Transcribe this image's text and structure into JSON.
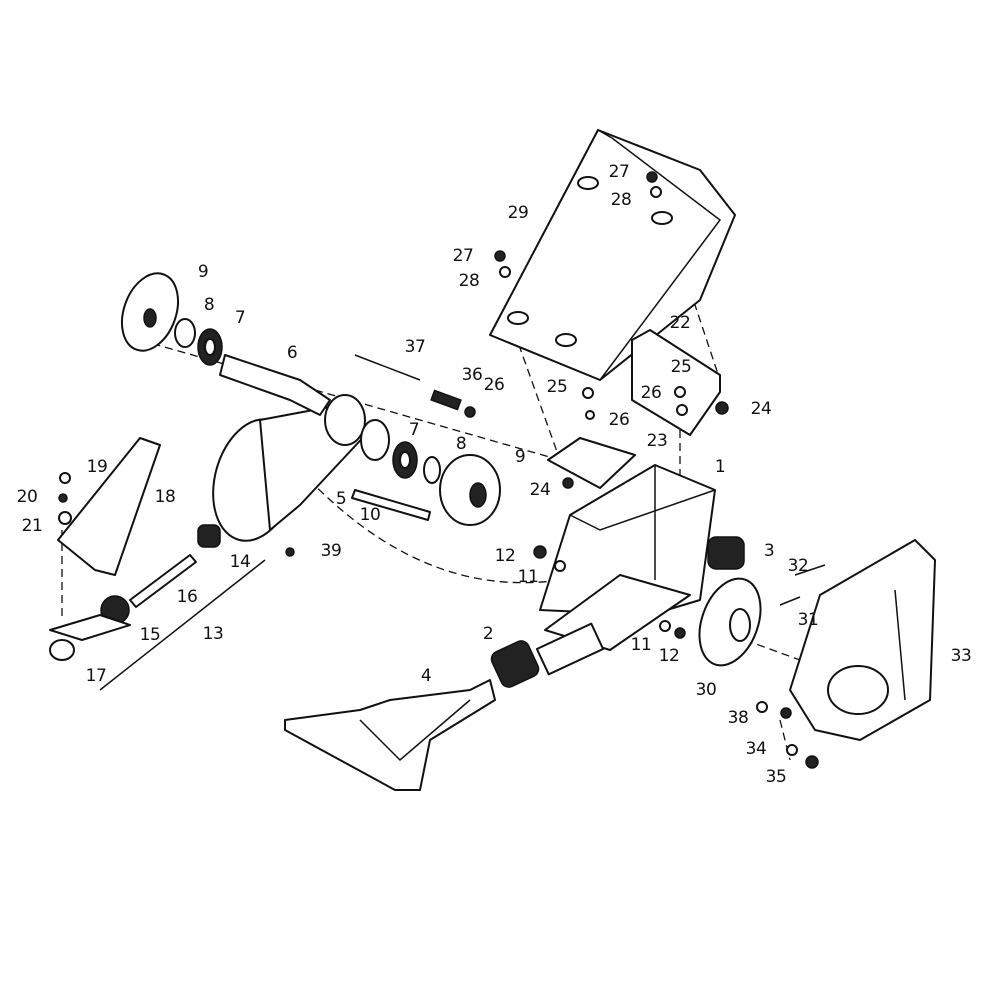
{
  "diagram": {
    "type": "exploded-parts-view",
    "part_labels": [
      "9",
      "8",
      "7",
      "6",
      "37",
      "36",
      "26",
      "29",
      "27",
      "28",
      "27",
      "28",
      "22",
      "25",
      "25",
      "26",
      "26",
      "24",
      "23",
      "7",
      "8",
      "9",
      "1",
      "24",
      "5",
      "10",
      "19",
      "18",
      "20",
      "21",
      "14",
      "39",
      "3",
      "32",
      "12",
      "11",
      "16",
      "31",
      "15",
      "13",
      "33",
      "2",
      "11",
      "12",
      "17",
      "30",
      "4",
      "38",
      "34",
      "35"
    ]
  }
}
